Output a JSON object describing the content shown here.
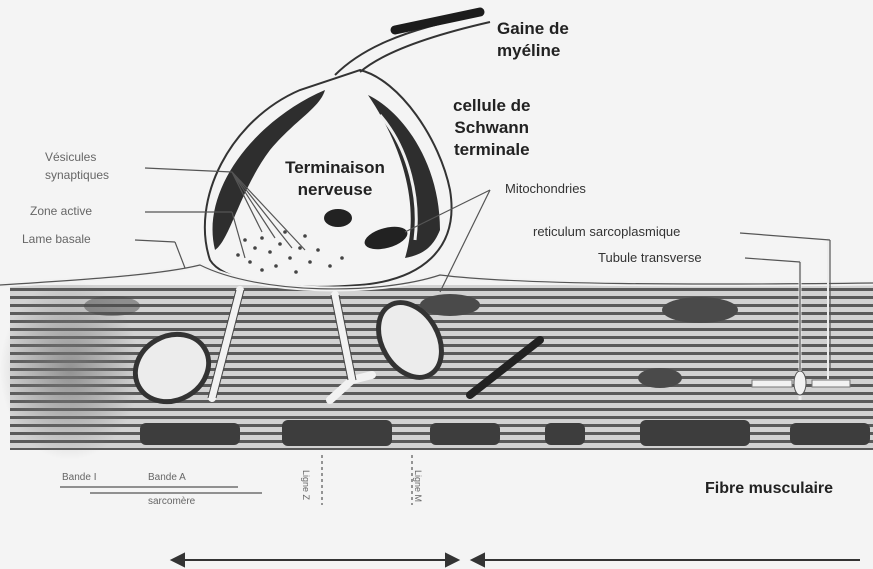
{
  "labels": {
    "myelin": "Gaine de\nmyéline",
    "schwann": "cellule de\nSchwann\nterminale",
    "terminal": "Terminaison\nnerveuse",
    "vesicles": "Vésicules\nsynaptiques",
    "active_zone": "Zone active",
    "basal_lamina": "Lame basale",
    "mitochondria": "Mitochondries",
    "reticulum": "reticulum sarcoplasmique",
    "t_tubule": "Tubule transverse",
    "muscle_fibre": "Fibre musculaire",
    "band_i": "Bande I",
    "band_a": "Bande A",
    "sarcomere": "sarcomère",
    "line_z": "Ligne Z",
    "line_m": "Ligne M"
  },
  "colors": {
    "dark": "#2a2a2a",
    "mid": "#6a6a6a",
    "light": "#cfcfcf"
  }
}
